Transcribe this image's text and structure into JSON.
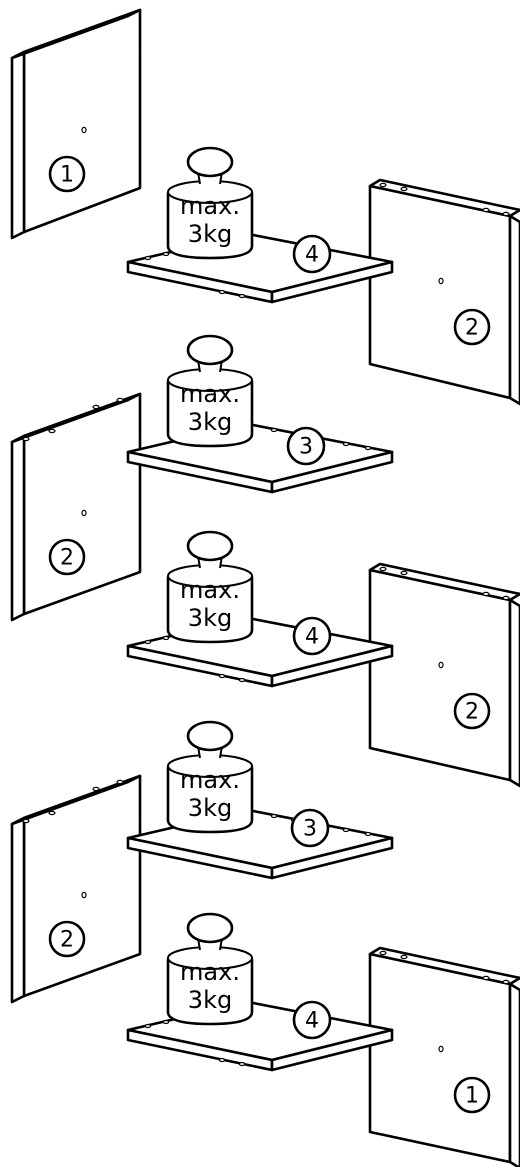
{
  "weight_label_line1": "max.",
  "weight_label_line2": "3kg",
  "parts": [
    {
      "id": "p1",
      "label": "1"
    },
    {
      "id": "s1",
      "label": "4"
    },
    {
      "id": "p2",
      "label": "2"
    },
    {
      "id": "s2",
      "label": "3"
    },
    {
      "id": "p3",
      "label": "2"
    },
    {
      "id": "s3",
      "label": "4"
    },
    {
      "id": "p4",
      "label": "2"
    },
    {
      "id": "s4",
      "label": "3"
    },
    {
      "id": "p5",
      "label": "2"
    },
    {
      "id": "s5",
      "label": "4"
    },
    {
      "id": "p6",
      "label": "1"
    }
  ]
}
